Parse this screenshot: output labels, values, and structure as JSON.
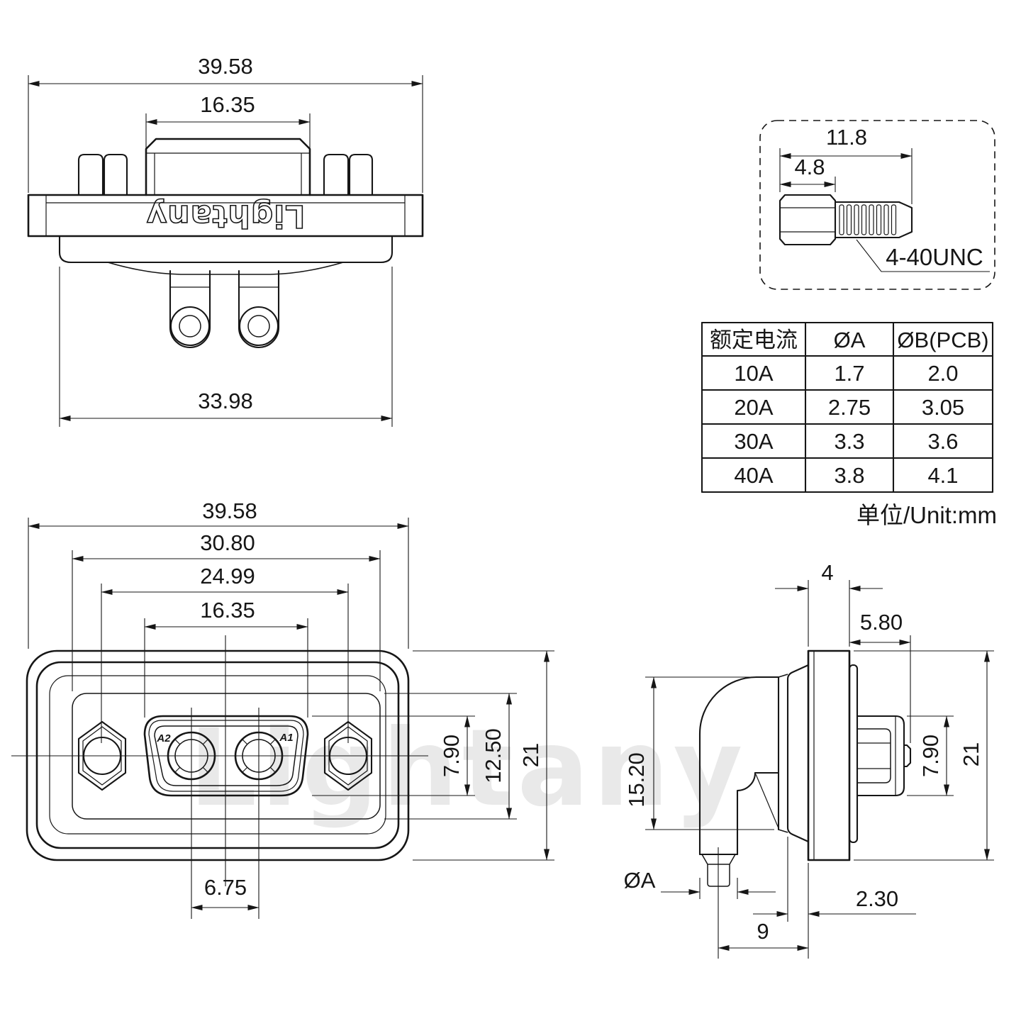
{
  "drawing": {
    "brand": "Lightany",
    "watermark": "Lightany",
    "rear_view": {
      "overall_width": "39.58",
      "insert_width": "16.35",
      "body_width": "33.98"
    },
    "screw_detail": {
      "total_length": "11.8",
      "head_length": "4.8",
      "thread_spec": "4-40UNC"
    },
    "table": {
      "headers": [
        "额定电流",
        "ØA",
        "ØB(PCB)"
      ],
      "rows": [
        [
          "10A",
          "1.7",
          "2.0"
        ],
        [
          "20A",
          "2.75",
          "3.05"
        ],
        [
          "30A",
          "3.3",
          "3.6"
        ],
        [
          "40A",
          "3.8",
          "4.1"
        ]
      ],
      "unit_note": "单位/Unit:mm"
    },
    "front_view": {
      "overall_width": "39.58",
      "mount_width": "30.80",
      "screw_spacing": "24.99",
      "insert_width": "16.35",
      "contact_spacing": "6.75",
      "insert_height": "7.90",
      "cutout_height": "12.50",
      "flange_height": "21",
      "contact_a2": "A2",
      "contact_a1": "A1"
    },
    "side_view": {
      "flange_thickness": "4",
      "screw_protrusion": "5.80",
      "body_height": "15.20",
      "screw_height": "7.90",
      "flange_height": "21",
      "pin_diameter": "ØA",
      "face_offset": "2.30",
      "pin_offset": "9"
    }
  }
}
